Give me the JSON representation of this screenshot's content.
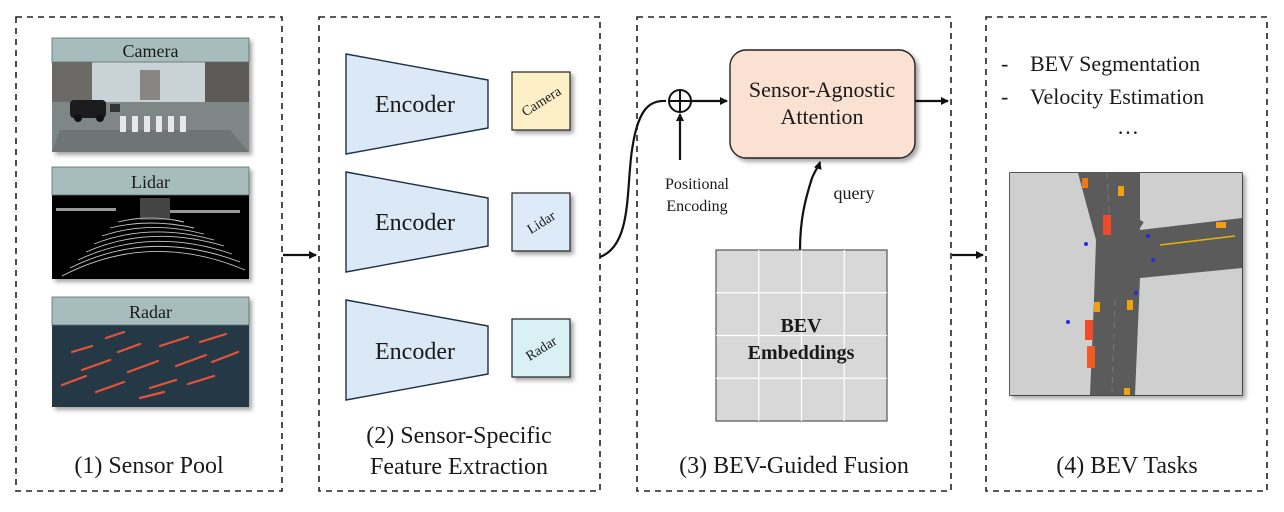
{
  "panels": {
    "sensor_pool": {
      "caption": "(1) Sensor Pool",
      "sensors": [
        "Camera",
        "Lidar",
        "Radar"
      ]
    },
    "feature_extraction": {
      "caption_line1": "(2) Sensor-Specific",
      "caption_line2": "Feature Extraction",
      "encoder_label": "Encoder",
      "feature_tags": [
        "Camera",
        "Lidar",
        "Radar"
      ]
    },
    "fusion": {
      "caption": "(3) BEV-Guided Fusion",
      "positional_line1": "Positional",
      "positional_line2": "Encoding",
      "attention_line1": "Sensor-Agnostic",
      "attention_line2": "Attention",
      "query_label": "query",
      "bev_line1": "BEV",
      "bev_line2": "Embeddings"
    },
    "tasks": {
      "caption": "(4) BEV Tasks",
      "task_items": [
        "BEV Segmentation",
        "Velocity Estimation"
      ],
      "more": "…",
      "bullet": "-"
    }
  },
  "colors": {
    "encoder_fill": "#dbe8f5",
    "camera_tag": "#fdf0c6",
    "lidar_tag": "#dcebf7",
    "radar_tag": "#d9f1f5",
    "attention_fill": "#fbe1d2",
    "bev_grid_fill": "#d8d8d8",
    "sensor_label_band": "#a7bcbc",
    "road": "#5b5b5b",
    "map_background": "#cfcfcf"
  }
}
